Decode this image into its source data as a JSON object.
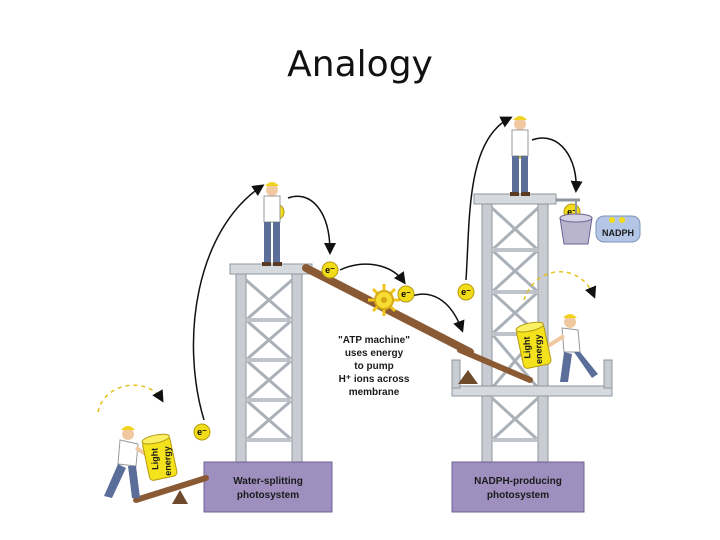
{
  "title": "Analogy",
  "labels": {
    "electron": "e⁻",
    "light_energy_line1": "Light",
    "light_energy_line2": "energy",
    "atp_machine_lines": [
      "\"ATP machine\"",
      "uses energy",
      "to pump",
      "H⁺ ions across",
      "membrane"
    ],
    "water_splitting_line1": "Water-splitting",
    "water_splitting_line2": "photosystem",
    "nadph_producing_line1": "NADPH-producing",
    "nadph_producing_line2": "photosystem",
    "nadph": "NADPH"
  },
  "colors": {
    "tower": "#c9cdd3",
    "tower_edge": "#8f969e",
    "base": "#9e8fbf",
    "electron": "#f2dc1a",
    "light_can": "#f4e21c",
    "ramp": "#8a5a34",
    "worker_shirt": "#ffffff",
    "worker_pants": "#5b6e9a",
    "hardhat": "#f2d21a",
    "nadph_badge": "#b3c6e6"
  }
}
